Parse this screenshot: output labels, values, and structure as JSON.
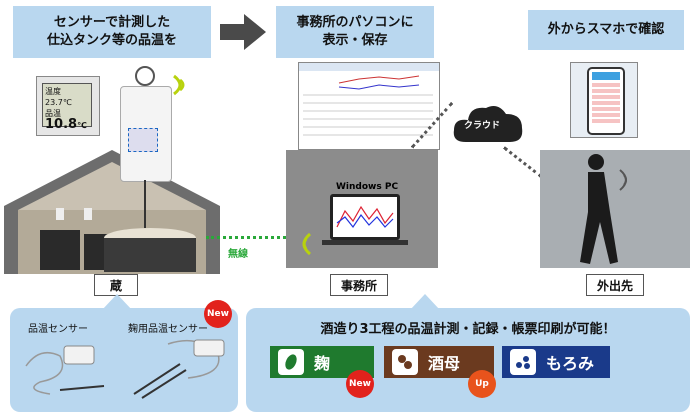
{
  "steps": {
    "sensor_banner": {
      "line1": "センサーで計測した",
      "line2": "仕込タンク等の品温を"
    },
    "pc_banner": {
      "line1": "事務所のパソコンに",
      "line2": "表示・保存"
    },
    "phone_banner": {
      "text": "外からスマホで確認"
    }
  },
  "device_display": {
    "label1": "温度",
    "value1": "23.7",
    "unit1": "℃",
    "label2": "品温",
    "value2": "10.8",
    "unit2": "℃"
  },
  "locations": {
    "kura": "蔵",
    "office": "事務所",
    "outside": "外出先"
  },
  "network": {
    "cloud": "クラウド",
    "wireless": "無線",
    "pc_label": "Windows PC"
  },
  "sensors": {
    "temp_sensor": "品温センサー",
    "koji_sensor": "麹用品温センサー",
    "new_badge": "New"
  },
  "process_panel": {
    "headline": "酒造り3工程の品温計測・記録・帳票印刷が可能！",
    "koji": {
      "label": "麹",
      "badge": "New",
      "color": "#1f7a2e"
    },
    "shubo": {
      "label": "酒母",
      "badge": "Up",
      "color": "#6b3a1f"
    },
    "moromi": {
      "label": "もろみ",
      "color": "#1a3a8a"
    }
  },
  "colors": {
    "banner": "#b9d7ef",
    "accent_green": "#8dc63f",
    "badge_red": "#e2221c",
    "badge_orange": "#e8531c"
  }
}
